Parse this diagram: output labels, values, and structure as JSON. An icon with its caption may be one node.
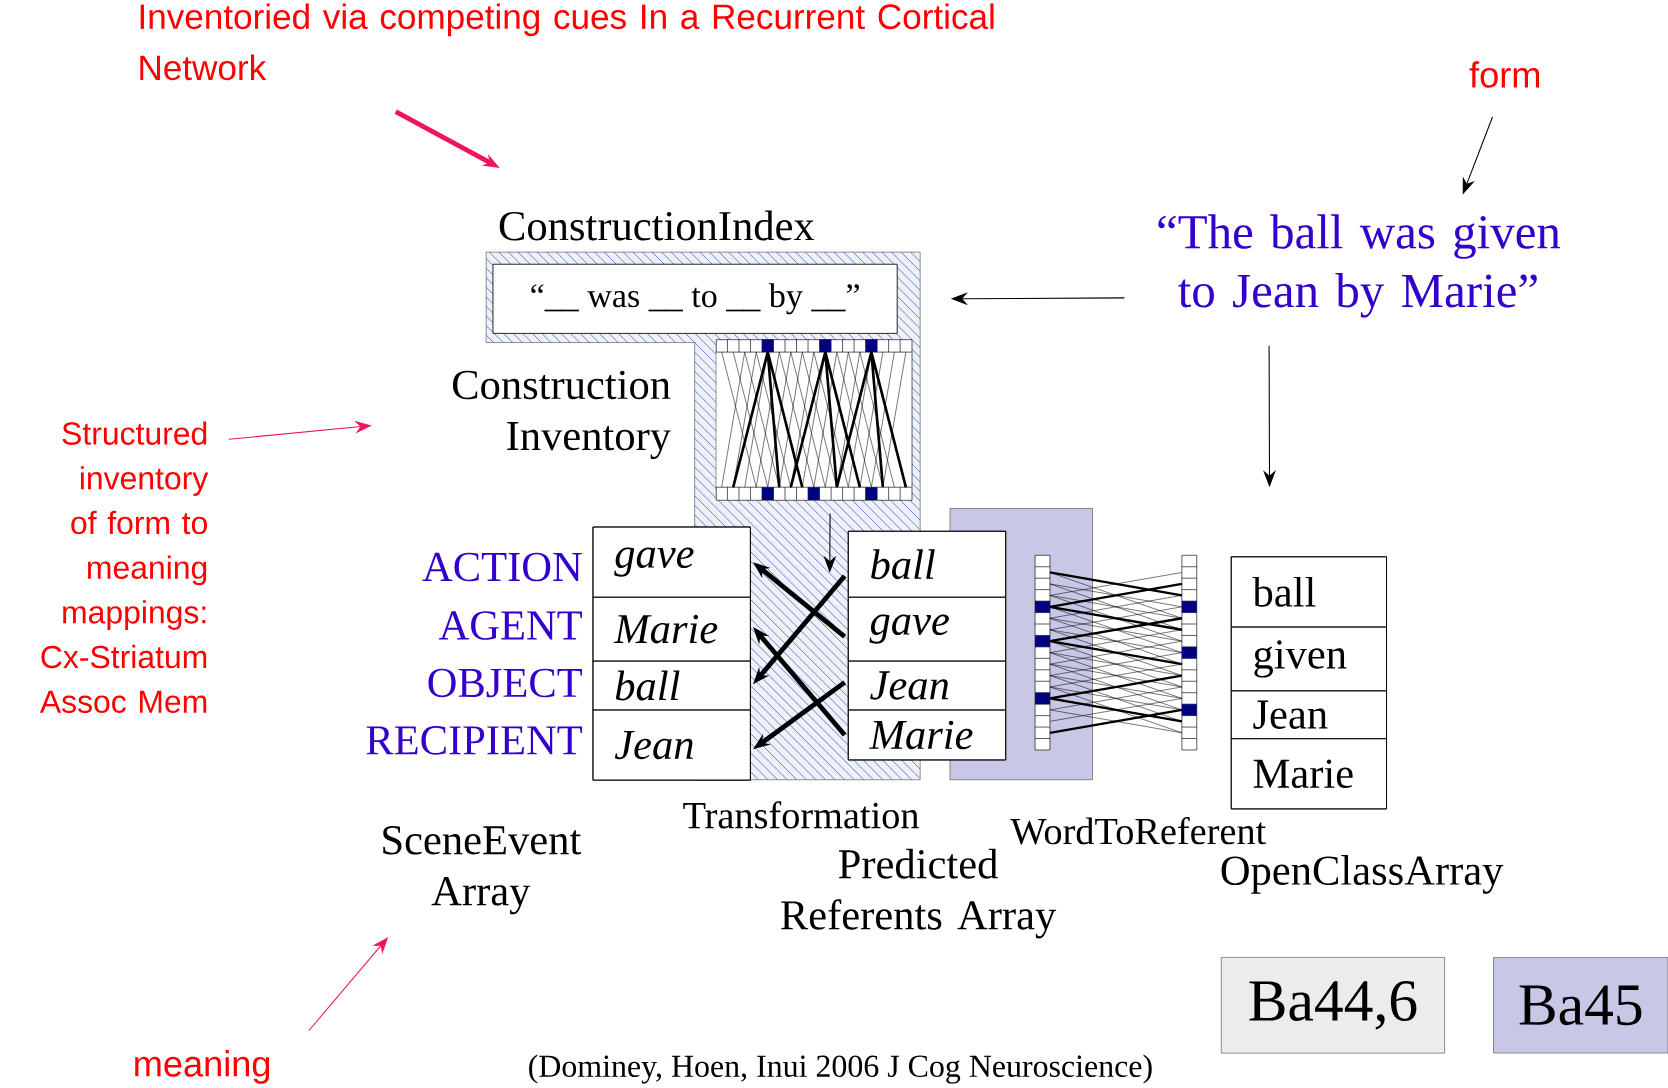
{
  "diagram": {
    "nodes": [
      {
        "text": [
          "Inventoried via competing cues In a Recurrent Cortical Network"
        ]
      },
      {
        "text": [
          "form"
        ]
      },
      {
        "text": [
          "“The ball was given to Jean by Marie”"
        ]
      },
      {
        "text": [
          "ConstructionIndex"
        ]
      },
      {
        "text": [
          "“__ was __ to __ by __”"
        ],
        "in": 3
      },
      {
        "text": [],
        "shape": "picture",
        "in": 3
      },
      {
        "text": [
          "Construction Inventory"
        ]
      },
      {
        "text": [
          "Structured inventory of form to meaning mappings: Cx-Striatum Assoc Mem"
        ]
      },
      {
        "text": [
          "SceneEvent Array"
        ],
        "beside": [
          "ACTION",
          "AGENT",
          "OBJECT",
          "RECIPIENT"
        ]
      },
      {
        "text": [
          "gave"
        ],
        "in": 8
      },
      {
        "text": [
          "Marie"
        ],
        "in": 8
      },
      {
        "text": [
          "ball"
        ],
        "in": 8
      },
      {
        "text": [
          "Jean"
        ],
        "in": 8
      },
      {
        "text": [
          "Predicted Referents Array"
        ]
      },
      {
        "text": [
          "ball"
        ],
        "in": 13
      },
      {
        "text": [
          "gave"
        ],
        "in": 13
      },
      {
        "text": [
          "Jean"
        ],
        "in": 13
      },
      {
        "text": [
          "Marie"
        ],
        "in": 13
      },
      {
        "text": [
          "WordToReferent"
        ]
      },
      {
        "text": [],
        "shape": "picture"
      },
      {
        "text": [
          "OpenClassArray"
        ]
      },
      {
        "text": [
          "ball"
        ],
        "in": 20
      },
      {
        "text": [
          "given"
        ],
        "in": 20
      },
      {
        "text": [
          "Jean"
        ],
        "in": 20
      },
      {
        "text": [
          "Marie"
        ],
        "in": 20
      },
      {
        "text": [
          "meaning"
        ]
      }
    ],
    "edges": [
      {
        "from": 0,
        "to": null,
        "arrow": "to",
        "style": "thick",
        "color": "#f0145a"
      },
      {
        "from": 1,
        "to": 2,
        "arrow": "to"
      },
      {
        "from": 2,
        "to": 4,
        "arrow": "to"
      },
      {
        "from": 2,
        "to": 20,
        "arrow": "to"
      },
      {
        "from": 7,
        "to": 6,
        "arrow": "to",
        "color": "#f0145a"
      },
      {
        "from": 5,
        "to": 14,
        "arrow": "to"
      },
      {
        "from": 14,
        "to": 11,
        "arrow": "to",
        "style": "thick"
      },
      {
        "from": 15,
        "to": 9,
        "arrow": "to",
        "style": "thick"
      },
      {
        "from": 16,
        "to": 12,
        "arrow": "to",
        "style": "thick"
      },
      {
        "from": 17,
        "to": 10,
        "arrow": "to",
        "style": "thick"
      },
      {
        "from": 25,
        "to": 8,
        "arrow": "to",
        "color": "#f0145a"
      }
    ],
    "labels": [
      "Transformation",
      "(Dominey, Hoen, Inui 2006 J Cog Neuroscience)"
    ],
    "legend": [
      {
        "text": "Ba44,6"
      },
      {
        "text": "Ba45",
        "color": "#c8c8e6"
      }
    ]
  }
}
